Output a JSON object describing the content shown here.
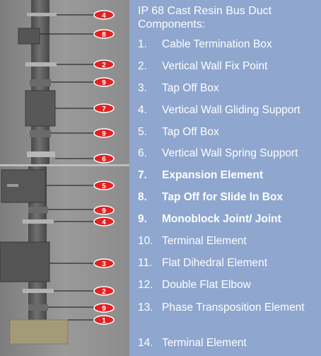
{
  "heading": "IP 68 Cast Resin Bus Duct Components:",
  "components": [
    {
      "num": "1.",
      "label": "Cable Termination Box",
      "bold": false
    },
    {
      "num": "2.",
      "label": "Vertical Wall Fix Point",
      "bold": false
    },
    {
      "num": "3.",
      "label": "Tap Off Box",
      "bold": false
    },
    {
      "num": "4.",
      "label": "Vertical Wall Gliding Support",
      "bold": false
    },
    {
      "num": "5.",
      "label": "Tap Off Box",
      "bold": false
    },
    {
      "num": "6.",
      "label": "Vertical Wall Spring Support",
      "bold": false
    },
    {
      "num": "7.",
      "label": "Expansion Element",
      "bold": true
    },
    {
      "num": "8.",
      "label": "Tap Off for Slide In Box",
      "bold": true
    },
    {
      "num": "9.",
      "label": "Monoblock Joint/ Joint",
      "bold": true
    },
    {
      "num": "10.",
      "label": "Terminal Element",
      "bold": false
    },
    {
      "num": "11.",
      "label": "Flat Dihedral Element",
      "bold": false
    },
    {
      "num": "12.",
      "label": "Double Flat Elbow",
      "bold": false
    },
    {
      "num": "13.",
      "label": "Phase Transposition Element",
      "bold": false
    },
    {
      "num": "14.",
      "label": "Terminal Element",
      "bold": false
    }
  ],
  "callouts": [
    "4",
    "8",
    "2",
    "9",
    "7",
    "9",
    "6",
    "5",
    "9",
    "4",
    "3",
    "2",
    "9",
    "1"
  ],
  "colors": {
    "panel": "#8fa6cf",
    "callout": "#e32020",
    "illustration_bg": "#8a8a8a",
    "duct": "#5e5e5e"
  }
}
